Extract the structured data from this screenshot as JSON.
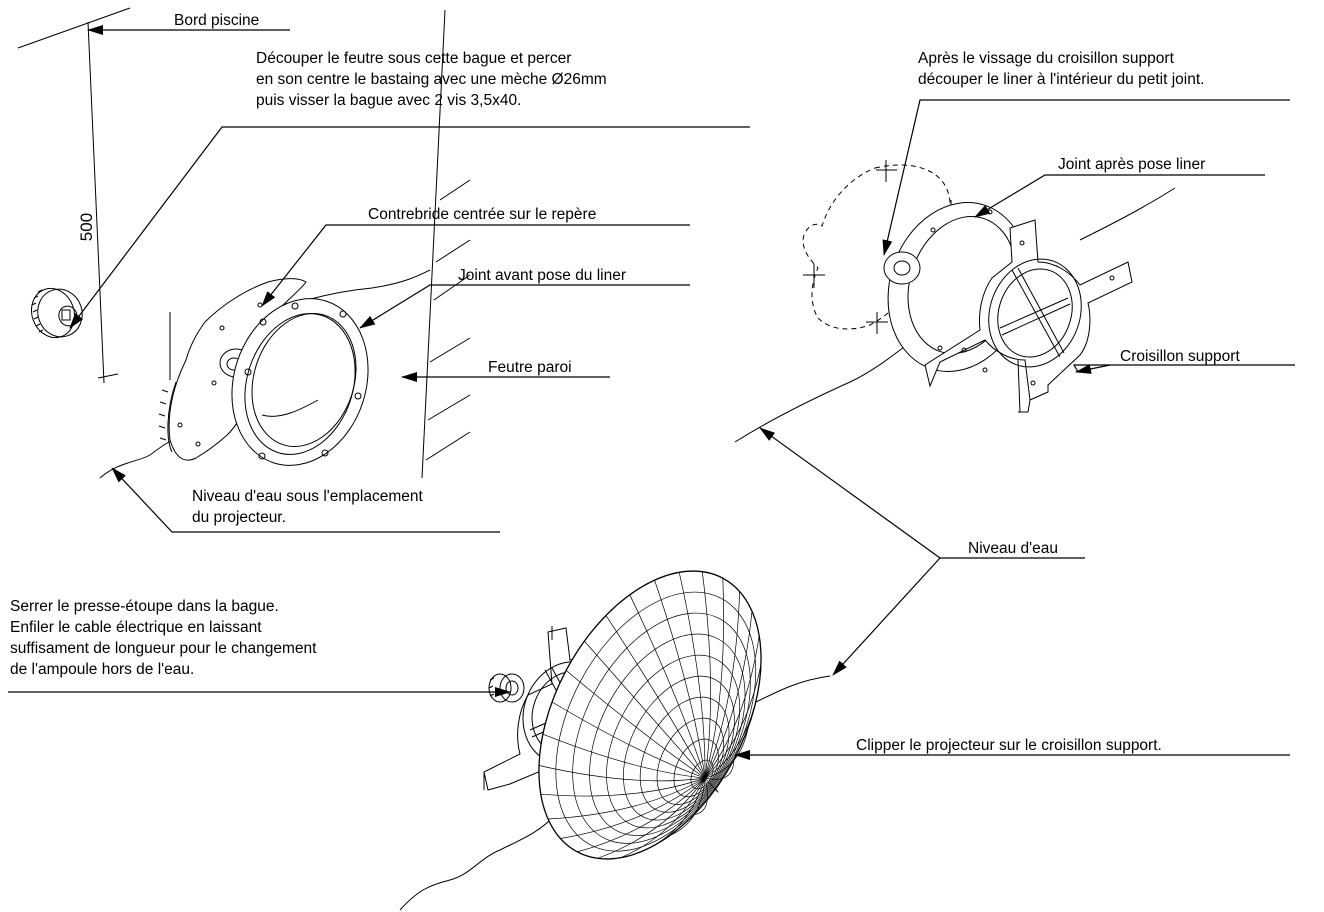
{
  "labels": {
    "bord_piscine": "Bord piscine",
    "decouper_feutre": [
      "Découper le feutre sous cette bague et percer",
      "en son centre le bastaing avec une mèche Ø26mm",
      "puis visser la bague avec 2 vis 3,5x40."
    ],
    "dimension": "500",
    "contrebride": "Contrebride centrée sur le repère",
    "joint_avant": "Joint avant pose du liner",
    "feutre_paroi": "Feutre paroi",
    "niveau_eau_sous": [
      "Niveau d'eau sous l'emplacement",
      "du projecteur."
    ],
    "apres_vissage": [
      "Après le vissage du croisillon support",
      "découper le liner à l'intérieur du petit joint."
    ],
    "joint_apres": "Joint après pose liner",
    "croisillon_support": "Croisillon support",
    "niveau_eau": "Niveau d'eau",
    "serrer_presse": [
      "Serrer le presse-étoupe dans la bague.",
      "Enfiler le cable électrique en laissant",
      "suffisament de longueur pour le changement",
      "de l'ampoule hors de l'eau."
    ],
    "clipper": "Clipper le projecteur sur le croisillon support."
  },
  "colors": {
    "ink": "#000000",
    "paper": "#ffffff"
  }
}
